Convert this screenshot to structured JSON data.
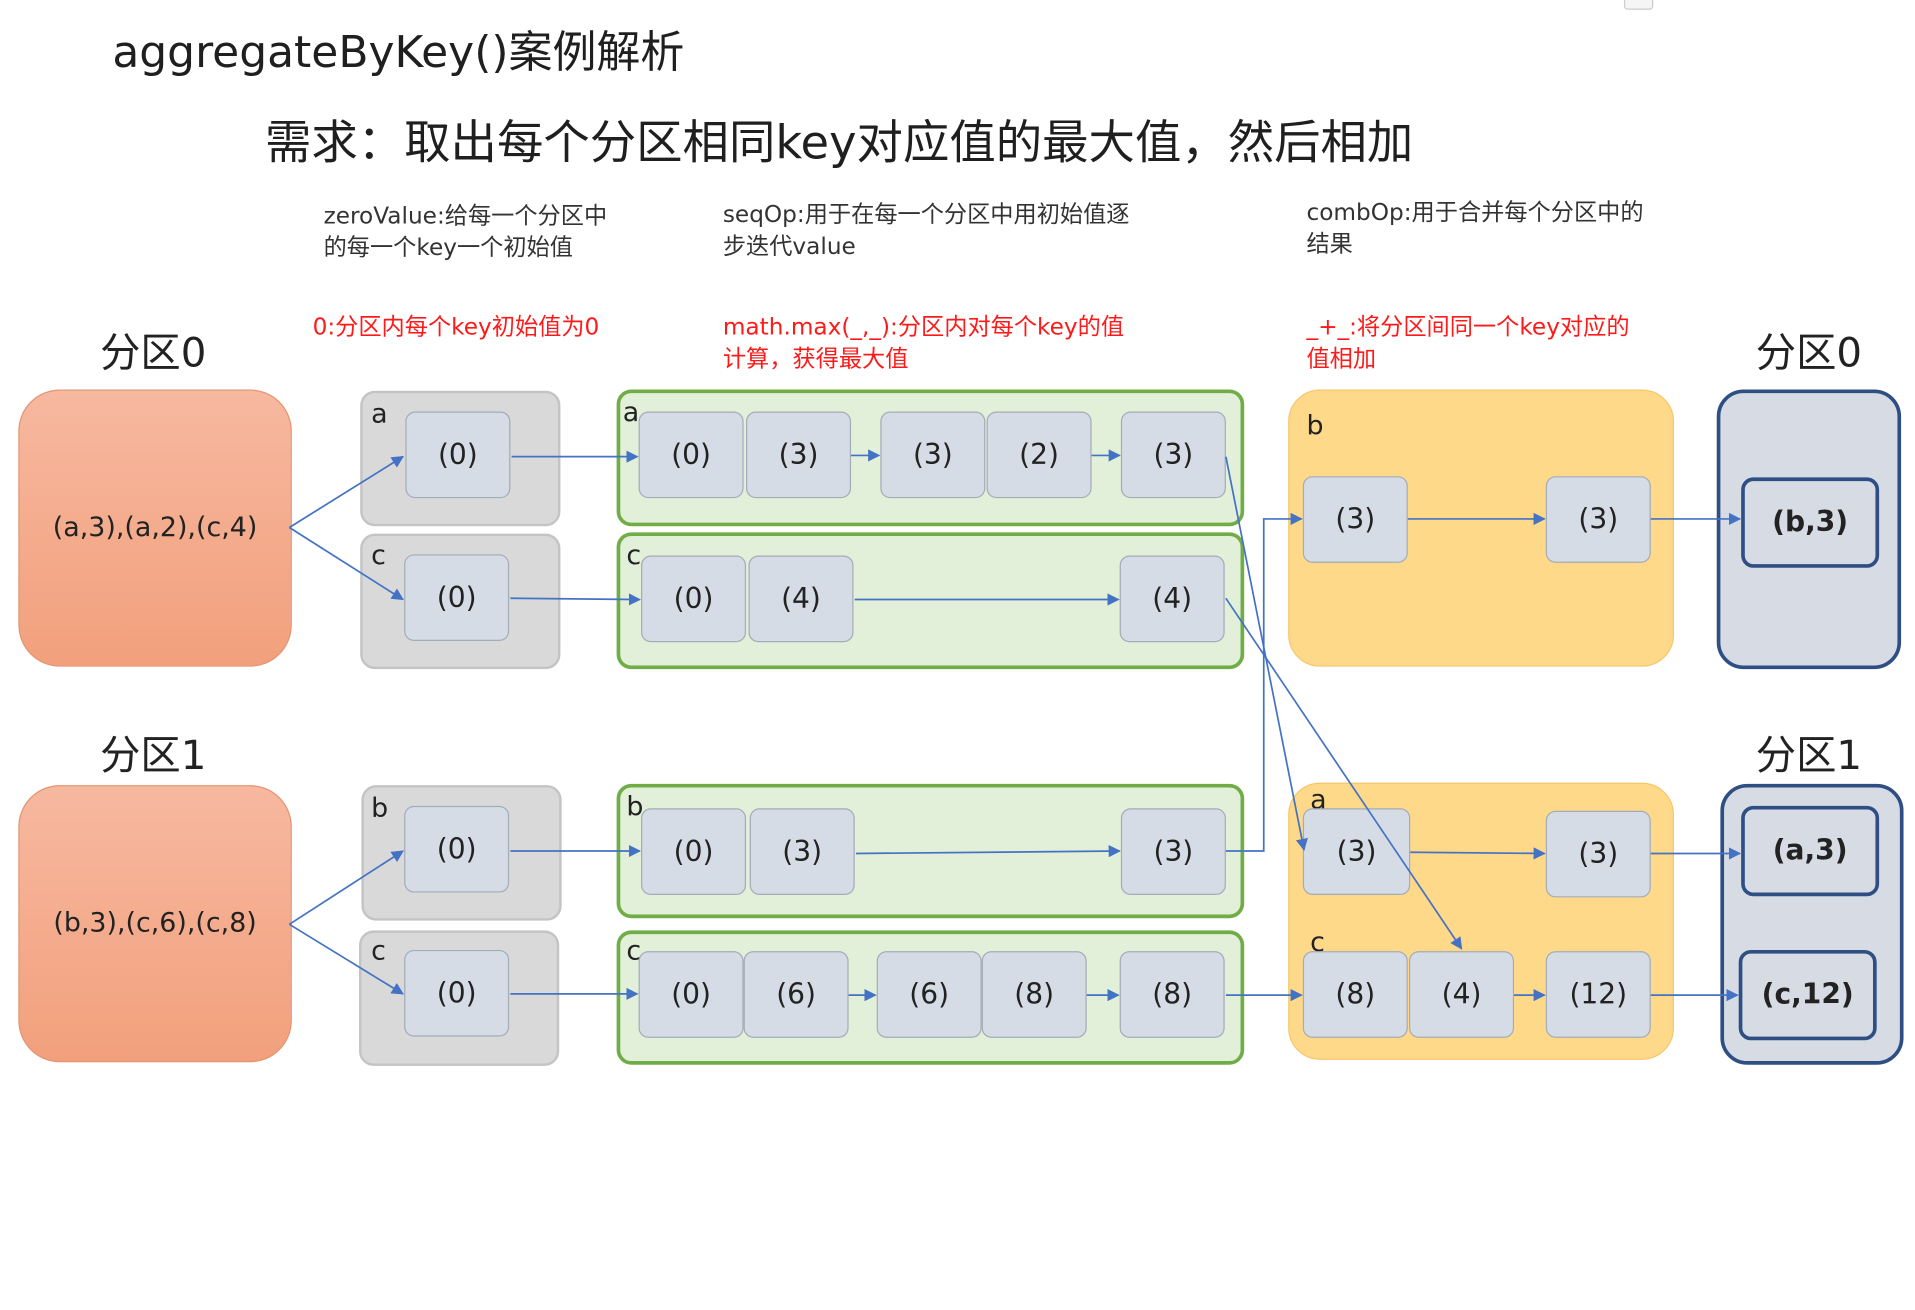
{
  "title": "aggregateByKey()案例解析",
  "subtitle": "需求：取出每个分区相同key对应值的最大值，然后相加",
  "partition_labels": {
    "p0_left": "分区0",
    "p1_left": "分区1",
    "p0_right": "分区0",
    "p1_right": "分区1"
  },
  "descriptions": {
    "zero_value": "zeroValue:给每一个分区中的每一个key一个初始值",
    "seq_op": "seqOp:用于在每一个分区中用初始值逐步迭代value",
    "comb_op": "combOp:用于合并每个分区中的结果"
  },
  "examples": {
    "zero_value": "0:分区内每个key初始值为0",
    "seq_op": "math.max(_,_):分区内对每个key的值计算，获得最大值",
    "comb_op": "_+_:将分区间同一个key对应的值相加"
  },
  "sources": {
    "p0": "(a,3),(a,2),(c,4)",
    "p1": "(b,3),(c,6),(c,8)"
  },
  "keys": {
    "a": "a",
    "b": "b",
    "c": "c"
  },
  "zero_nodes": {
    "p0_a": "(0)",
    "p0_c": "(0)",
    "p1_b": "(0)",
    "p1_c": "(0)"
  },
  "seq_rows": {
    "p0_a": [
      "(0)",
      "(3)",
      "(3)",
      "(2)",
      "(3)"
    ],
    "p0_c": [
      "(0)",
      "(4)",
      "(4)"
    ],
    "p1_b": [
      "(0)",
      "(3)",
      "(3)"
    ],
    "p1_c": [
      "(0)",
      "(6)",
      "(6)",
      "(8)",
      "(8)"
    ]
  },
  "comb_rows": {
    "b": [
      "(3)",
      "(3)"
    ],
    "a": [
      "(3)",
      "(3)"
    ],
    "c": [
      "(8)",
      "(4)",
      "(12)"
    ]
  },
  "results": {
    "p0": "(b,3)",
    "p1_a": "(a,3)",
    "p1_c": "(c,12)"
  },
  "colors": {
    "arrow": "#4472c4",
    "green_border": "#70ad47",
    "navy_border": "#2f4f84"
  }
}
